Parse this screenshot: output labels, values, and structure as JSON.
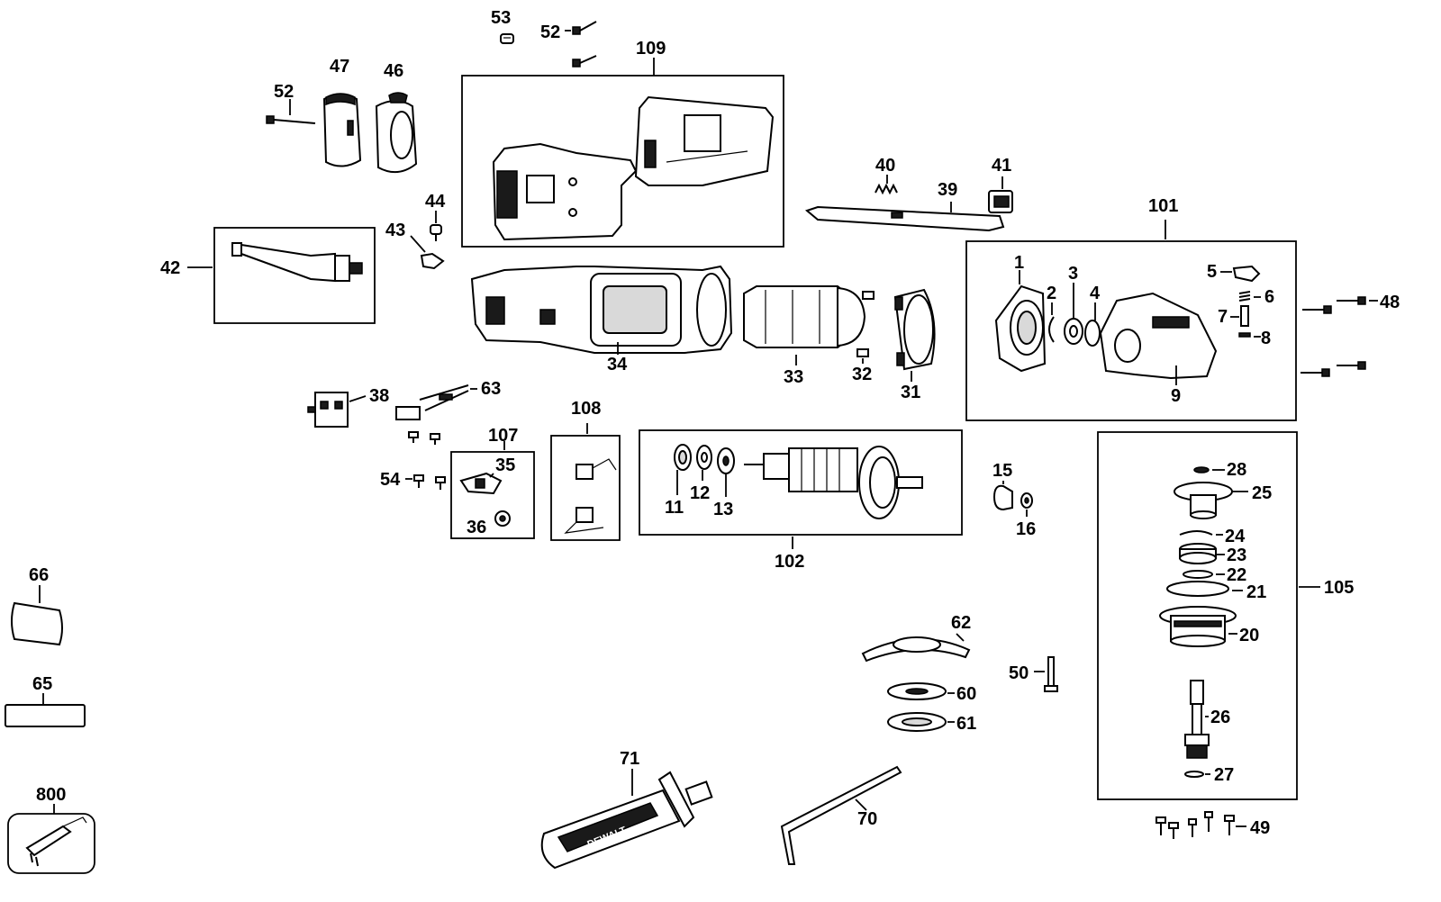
{
  "labels": {
    "l1": "1",
    "l2": "2",
    "l3": "3",
    "l4": "4",
    "l5": "5",
    "l6": "6",
    "l7": "7",
    "l8": "8",
    "l9": "9",
    "l11": "11",
    "l12": "12",
    "l13": "13",
    "l15": "15",
    "l16": "16",
    "l20": "20",
    "l21": "21",
    "l22": "22",
    "l23": "23",
    "l24": "24",
    "l25": "25",
    "l26": "26",
    "l27": "27",
    "l28": "28",
    "l31": "31",
    "l32": "32",
    "l33": "33",
    "l34": "34",
    "l35": "35",
    "l36": "36",
    "l38": "38",
    "l39": "39",
    "l40": "40",
    "l41": "41",
    "l42": "42",
    "l43": "43",
    "l44": "44",
    "l46": "46",
    "l47": "47",
    "l48": "48",
    "l49": "49",
    "l50": "50",
    "l52a": "52",
    "l52b": "52",
    "l53": "53",
    "l54": "54",
    "l60": "60",
    "l61": "61",
    "l62": "62",
    "l63": "63",
    "l65": "65",
    "l66": "66",
    "l70": "70",
    "l71": "71",
    "l101": "101",
    "l102": "102",
    "l105": "105",
    "l107": "107",
    "l108": "108",
    "l109": "109",
    "l800": "800"
  },
  "handle_brand": "DEWALT",
  "colors": {
    "ink": "#000000",
    "paper": "#ffffff"
  }
}
